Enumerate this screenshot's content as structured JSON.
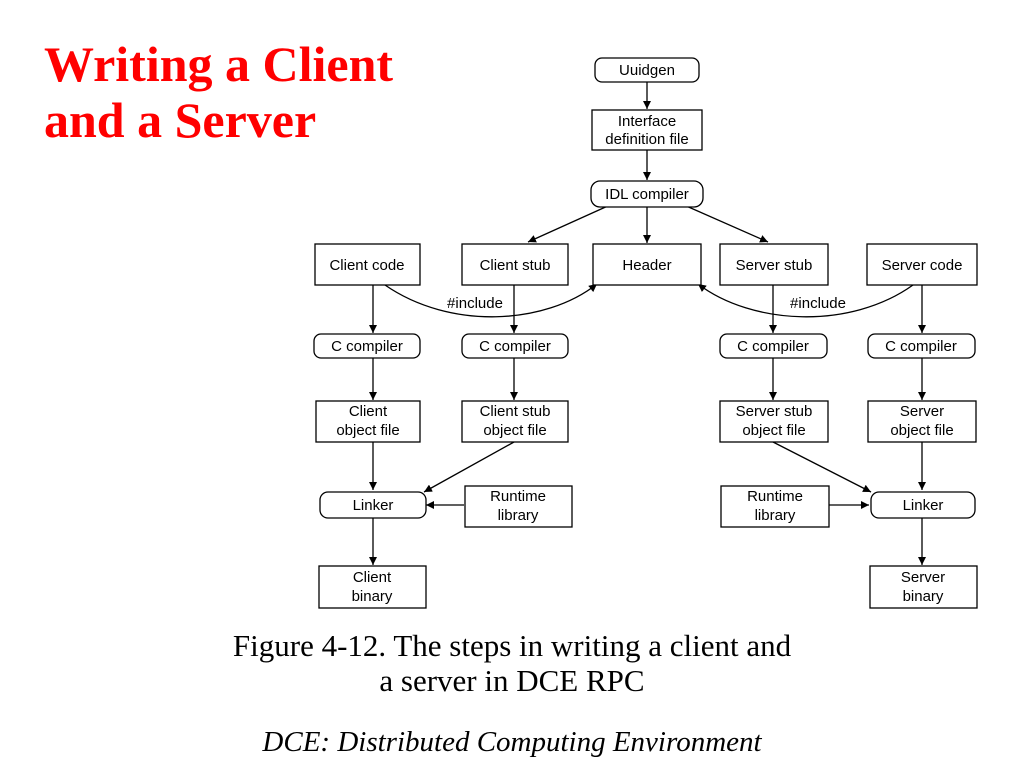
{
  "slide": {
    "title_line1": "Writing a Client",
    "title_line2": "and a Server",
    "caption_line1": "Figure 4-12. The steps in writing a client and",
    "caption_line2": "a server in DCE RPC",
    "footnote": "DCE: Distributed Computing Environment"
  },
  "diagram": {
    "uuidgen": "Uuidgen",
    "interface_file": [
      "Interface",
      "definition file"
    ],
    "idl_compiler": "IDL compiler",
    "client_code": "Client code",
    "client_stub": "Client stub",
    "header": "Header",
    "server_stub": "Server stub",
    "server_code": "Server code",
    "include_left": "#include",
    "include_right": "#include",
    "c_compiler_1": "C compiler",
    "c_compiler_2": "C compiler",
    "c_compiler_3": "C compiler",
    "c_compiler_4": "C compiler",
    "client_object": [
      "Client",
      "object file"
    ],
    "client_stub_object": [
      "Client stub",
      "object file"
    ],
    "server_stub_object": [
      "Server stub",
      "object file"
    ],
    "server_object": [
      "Server",
      "object file"
    ],
    "linker_client": "Linker",
    "runtime_client": [
      "Runtime",
      "library"
    ],
    "runtime_server": [
      "Runtime",
      "library"
    ],
    "linker_server": "Linker",
    "client_binary": [
      "Client",
      "binary"
    ],
    "server_binary": [
      "Server",
      "binary"
    ]
  }
}
